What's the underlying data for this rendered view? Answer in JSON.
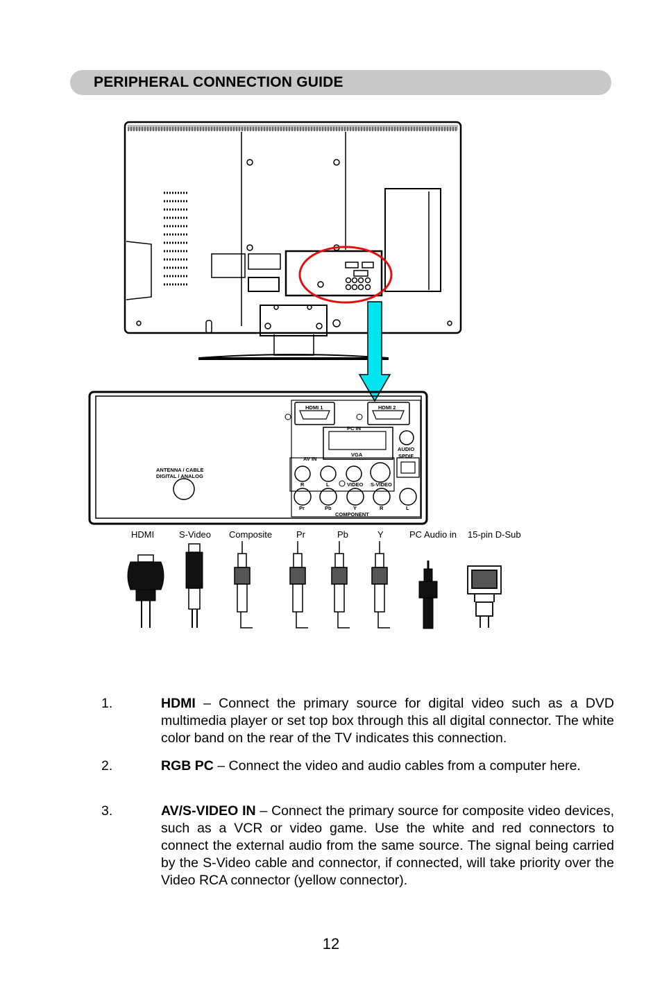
{
  "header": {
    "title": "PERIPHERAL CONNECTION GUIDE"
  },
  "panel": {
    "hdmi1": "HDMI  1",
    "hdmi2": "HDMI  2",
    "pc_in": "PC  IN",
    "vga": "VGA",
    "audio": "AUDIO",
    "spdif": "SPDIF",
    "av_in": "AV  IN",
    "antenna_line1": "ANTENNA / CABLE",
    "antenna_line2": "DIGITAL / ANALOG",
    "r": "R",
    "l": "L",
    "video": "VIDEO",
    "svideo": "S-VIDEO",
    "pr": "Pr",
    "pb": "Pb",
    "y": "Y",
    "r2": "R",
    "l2": "L",
    "component": "COMPONENT"
  },
  "cables": {
    "labels": [
      "HDMI",
      "S-Video",
      "Composite",
      "Pr",
      "Pb",
      "Y",
      "PC Audio in",
      "15-pin D-Sub"
    ]
  },
  "list": [
    {
      "num": "1.",
      "title": "HDMI",
      "text": " – Connect the primary source for digital video such as a DVD multimedia player or set top box through this all digital connector. The white color band on the rear of the TV indicates this connection."
    },
    {
      "num": "2.",
      "title": "RGB PC",
      "text": " – Connect the video and audio cables from a computer here."
    },
    {
      "num": "3.",
      "title": "AV/S-VIDEO IN",
      "text": " – Connect the primary source for composite video devices, such as a VCR or video game.  Use the white and red connectors to connect the external audio from the same source. The signal being carried by the S-Video cable and connector, if connected, will take priority over the Video RCA connector (yellow connector)."
    }
  ],
  "page": {
    "number": "12"
  },
  "colors": {
    "highlight_circle": "#e01010",
    "arrow": "#00e5ee",
    "header_bar": "#c8c8c8"
  }
}
